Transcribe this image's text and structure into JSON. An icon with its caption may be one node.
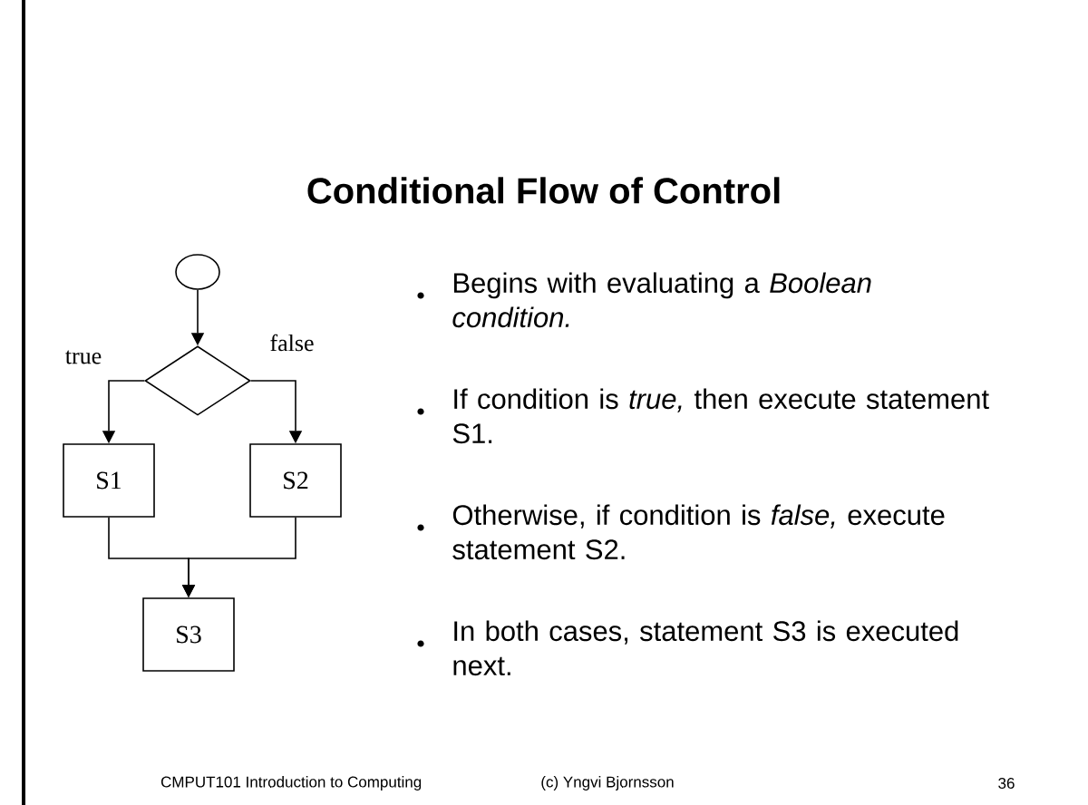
{
  "diagram": {
    "title": "Conditional Flow of Control",
    "nodes": [
      {
        "text": [],
        "shape": "circle"
      },
      {
        "text": [],
        "shape": "diamond"
      },
      {
        "text": [
          "S1"
        ]
      },
      {
        "text": [
          "S2"
        ]
      },
      {
        "text": [
          "S3"
        ]
      }
    ],
    "edges": [
      {
        "from": 0,
        "to": 1,
        "arrow": "to"
      },
      {
        "from": 1,
        "to": 2,
        "arrow": "to",
        "label": "true"
      },
      {
        "from": 1,
        "to": 3,
        "arrow": "to",
        "label": "false"
      },
      {
        "from": 2,
        "to": 4,
        "arrow": "to"
      },
      {
        "from": 3,
        "to": 4,
        "arrow": "to"
      }
    ],
    "labels": [
      "Begins with evaluating a *Boolean condition.*",
      "If condition is *true,* then execute statement S1.",
      "Otherwise, if condition is *false,* execute statement S2.",
      "In both cases, statement S3 is executed next.",
      "CMPUT101 Introduction to Computing",
      "(c) Yngvi Bjornsson",
      "36"
    ]
  }
}
